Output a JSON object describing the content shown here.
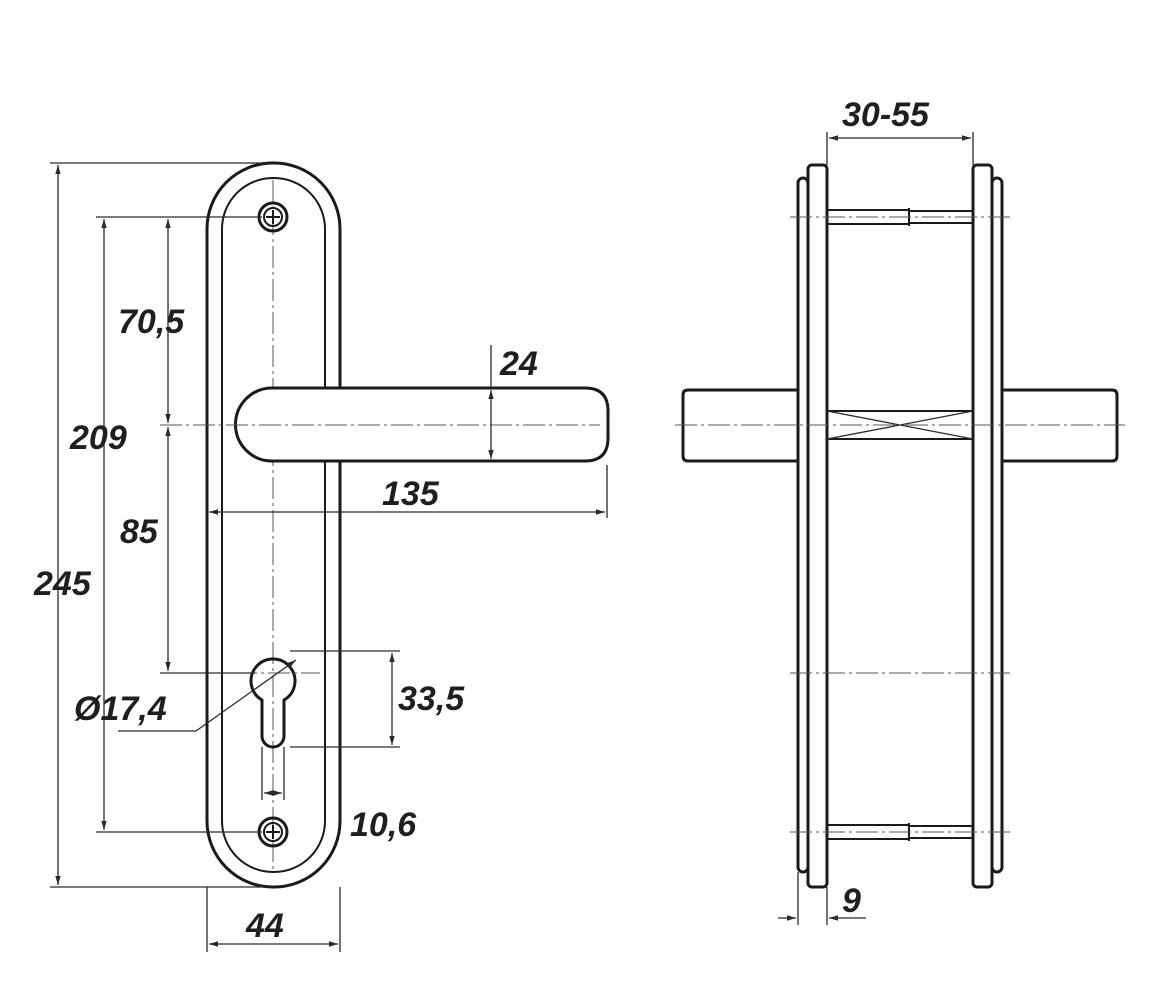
{
  "dimensions": {
    "overall_length": "245",
    "screw_spacing": "209",
    "screw_to_handle": "70,5",
    "handle_to_keyhole": "85",
    "handle_thickness": "24",
    "handle_length": "135",
    "cylinder_diameter": "Ø17,4",
    "cylinder_height": "33,5",
    "cylinder_width": "10,6",
    "plate_width": "44",
    "door_thickness": "30-55",
    "plate_thickness": "9"
  }
}
